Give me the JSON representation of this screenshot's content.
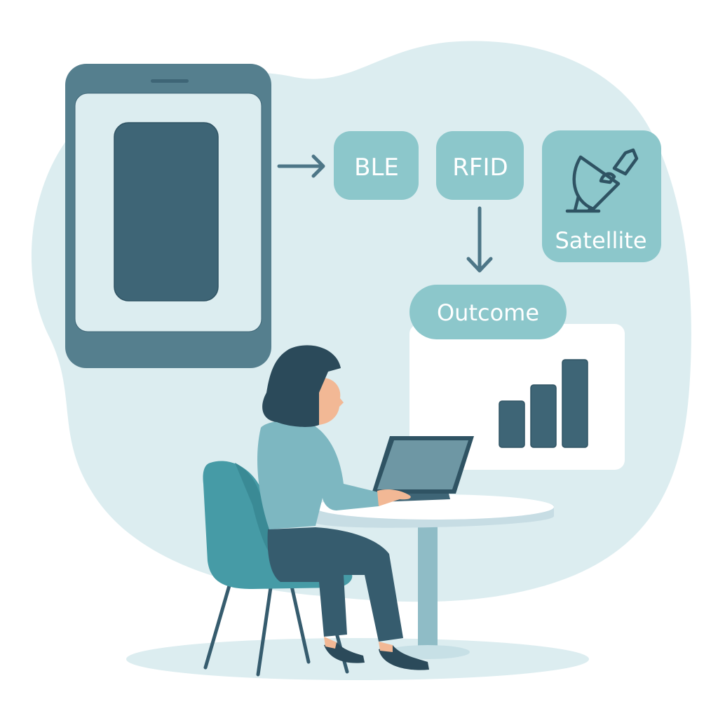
{
  "colors": {
    "background": "#ffffff",
    "blob": "#dcedf0",
    "device_frame": "#557f8e",
    "device_screen": "#dcedf0",
    "device_inner": "#3e6576",
    "node_fill": "#8cc7cb",
    "node_text": "#ffffff",
    "arrow": "#4d7687",
    "bar": "#3e6576",
    "chair": "#469ba6",
    "shirt": "#7db7c1",
    "pants": "#365c6e",
    "hair": "#2b4a5a",
    "skin": "#f2b895",
    "table": "#ffffff"
  },
  "diagram": {
    "nodes": [
      {
        "id": "ble",
        "label": "BLE"
      },
      {
        "id": "rfid",
        "label": "RFID"
      },
      {
        "id": "satellite",
        "label": "Satellite",
        "icon": "satellite-dish-icon"
      },
      {
        "id": "outcome",
        "label": "Outcome"
      }
    ],
    "edges": [
      {
        "from": "device",
        "to": "ble"
      },
      {
        "from": "rfid",
        "to": "outcome"
      }
    ]
  },
  "outcome_chart": {
    "type": "bar",
    "values": [
      1,
      1.4,
      2
    ],
    "note": "unlabeled ascending bars"
  }
}
